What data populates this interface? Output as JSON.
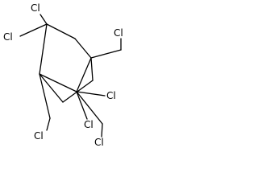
{
  "molecule": {
    "atom_labels": [
      {
        "id": "cl-c2-upper",
        "text": "Cl"
      },
      {
        "id": "cl-c2-lower",
        "text": "Cl"
      },
      {
        "id": "cl-ch2-c1",
        "text": "Cl"
      },
      {
        "id": "cl-c7-right",
        "text": "Cl"
      },
      {
        "id": "cl-c7-lower",
        "text": "Cl"
      },
      {
        "id": "cl-ch2-c4",
        "text": "Cl"
      },
      {
        "id": "cl-ch2-c7",
        "text": "Cl"
      }
    ],
    "colors": {
      "bond": "#000000",
      "label": "#000000",
      "background": "#ffffff"
    }
  }
}
